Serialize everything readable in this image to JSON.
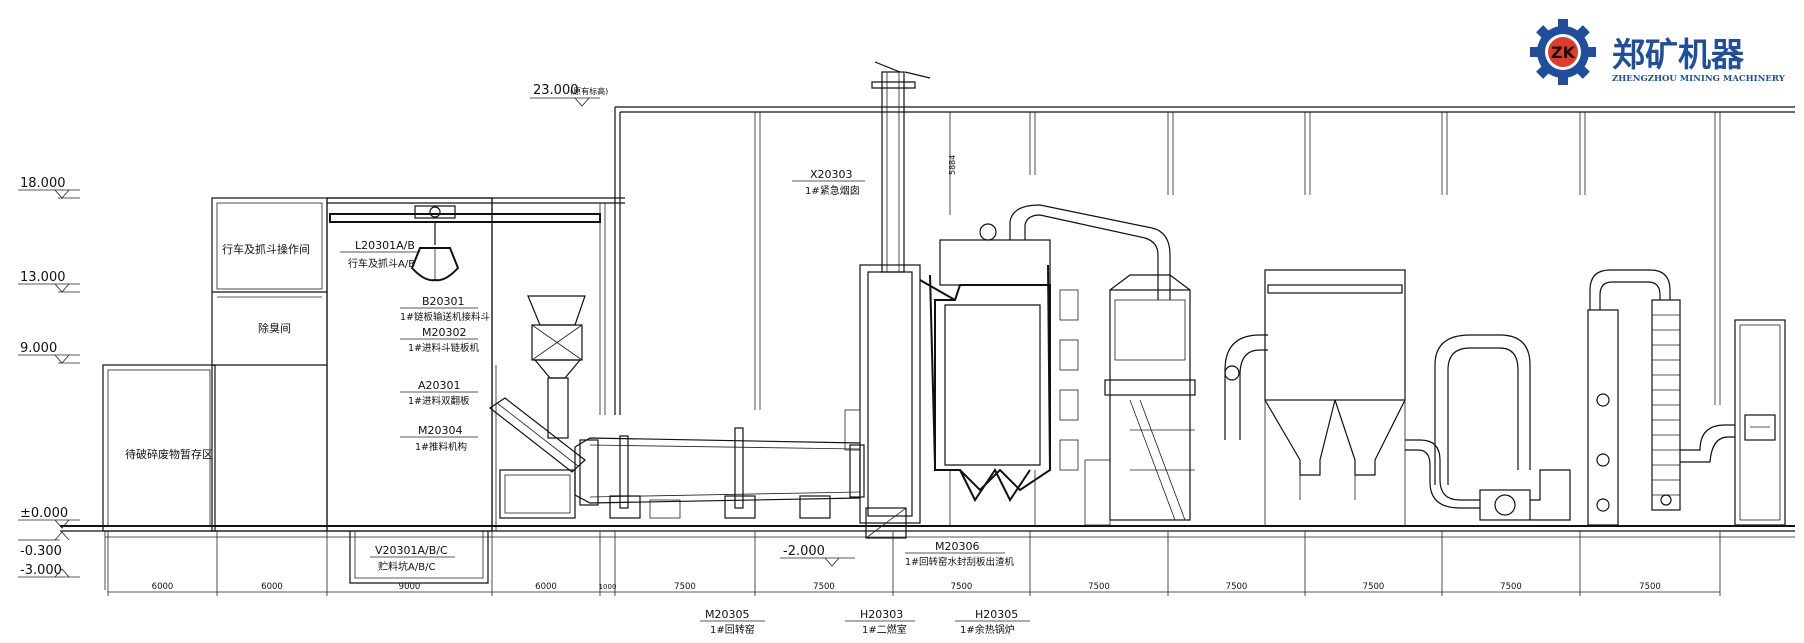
{
  "brand": {
    "logo_text": "ZK",
    "name_cn": "郑矿机器",
    "name_en": "ZHENGZHOU MINING MACHINERY",
    "color": "#1f4f9c",
    "accent": "#e23b2a"
  },
  "elevations": {
    "top": "23.000",
    "top_note": "(原有标高)",
    "e18": "18.000",
    "e13": "13.000",
    "e9": "9.000",
    "e0": "±0.000",
    "e_03": "-0.300",
    "e_3": "-3.000",
    "e_2": "-2.000"
  },
  "rooms": {
    "crane_room": "行车及抓斗操作间",
    "deodor_room": "除臭间",
    "storage": "待破碎废物暂存区"
  },
  "equipment": [
    {
      "code": "L20301A/B",
      "name": "行车及抓斗A/B"
    },
    {
      "code": "B20301",
      "name": "1#链板输送机接料斗"
    },
    {
      "code": "M20302",
      "name": "1#进料斗链板机"
    },
    {
      "code": "A20301",
      "name": "1#进料双翻板"
    },
    {
      "code": "M20304",
      "name": "1#推料机构"
    },
    {
      "code": "V20301A/B/C",
      "name": "贮料坑A/B/C"
    },
    {
      "code": "X20303",
      "name": "1#紧急烟囱"
    },
    {
      "code": "M20306",
      "name": "1#回转窑水封刮板出渣机"
    },
    {
      "code": "M20305",
      "name": "1#回转窑"
    },
    {
      "code": "H20303",
      "name": "1#二燃室"
    },
    {
      "code": "H20305",
      "name": "1#余热锅炉"
    }
  ],
  "dimensions": {
    "spans": [
      "6000",
      "6000",
      "9000",
      "6000",
      "1000",
      "7500",
      "7500",
      "7500",
      "7500",
      "7500",
      "7500",
      "7500",
      "7500"
    ],
    "chimney_gap": "5884"
  }
}
